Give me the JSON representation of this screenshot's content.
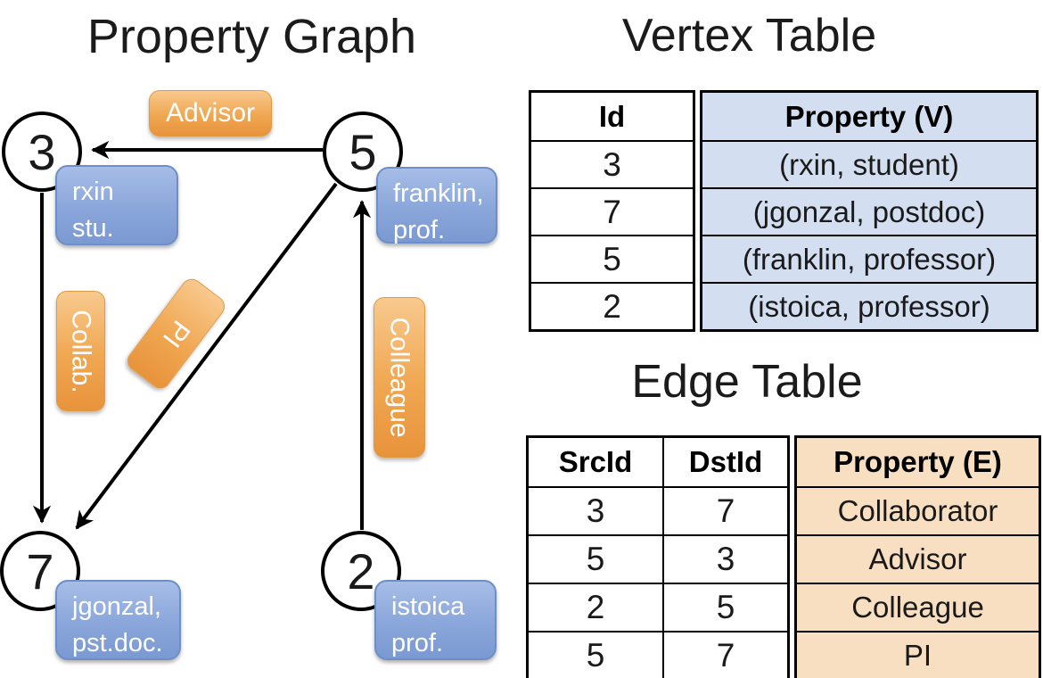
{
  "graph": {
    "title": "Property Graph",
    "nodes": [
      {
        "id": "3"
      },
      {
        "id": "5"
      },
      {
        "id": "7"
      },
      {
        "id": "2"
      }
    ],
    "vertex_labels": [
      {
        "line1": "rxin",
        "line2": "stu."
      },
      {
        "line1": "franklin,",
        "line2": "prof."
      },
      {
        "line1": "jgonzal,",
        "line2": "pst.doc."
      },
      {
        "line1": "istoica",
        "line2": "prof."
      }
    ],
    "edge_labels": {
      "advisor": "Advisor",
      "collab": "Collab.",
      "pi": "PI",
      "colleague": "Colleague"
    },
    "edges": [
      {
        "from": "5",
        "to": "3",
        "label": "Advisor"
      },
      {
        "from": "3",
        "to": "7",
        "label": "Collab."
      },
      {
        "from": "5",
        "to": "7",
        "label": "PI"
      },
      {
        "from": "2",
        "to": "5",
        "label": "Colleague"
      }
    ]
  },
  "vertex_table": {
    "title": "Vertex Table",
    "columns": {
      "id": "Id",
      "property": "Property (V)"
    },
    "rows": [
      {
        "id": "3",
        "property": "(rxin, student)"
      },
      {
        "id": "7",
        "property": "(jgonzal, postdoc)"
      },
      {
        "id": "5",
        "property": "(franklin, professor)"
      },
      {
        "id": "2",
        "property": "(istoica, professor)"
      }
    ]
  },
  "edge_table": {
    "title": "Edge Table",
    "columns": {
      "src": "SrcId",
      "dst": "DstId",
      "property": "Property (E)"
    },
    "rows": [
      {
        "src": "3",
        "dst": "7",
        "property": "Collaborator"
      },
      {
        "src": "5",
        "dst": "3",
        "property": "Advisor"
      },
      {
        "src": "2",
        "dst": "5",
        "property": "Colleague"
      },
      {
        "src": "5",
        "dst": "7",
        "property": "PI"
      }
    ]
  },
  "colors": {
    "edge_stroke": "#000000",
    "vertex_box_accent": "#88a4d8",
    "edge_box_accent": "#f0a751",
    "vertex_table_fill": "#d3def1",
    "edge_table_fill": "#f8dfc2"
  }
}
